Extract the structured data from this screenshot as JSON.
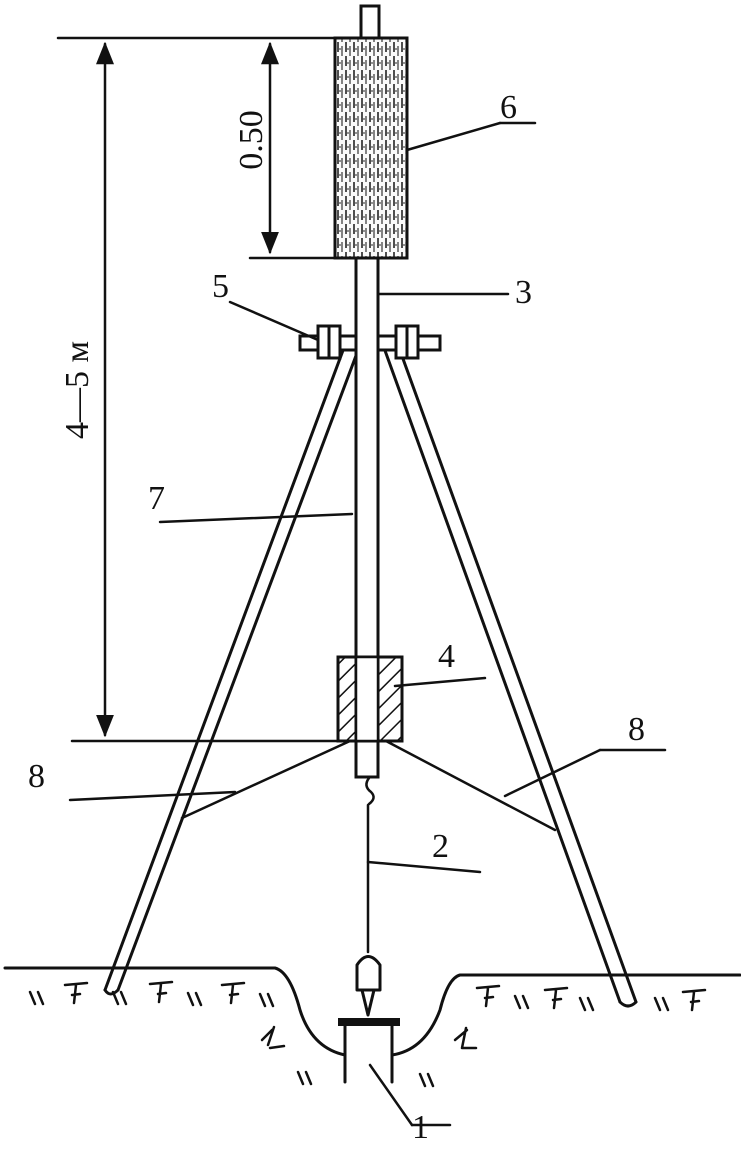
{
  "dimensions": {
    "total_height": "4—5 м",
    "weight_height": "0.50"
  },
  "callouts": {
    "c1": "1",
    "c2": "2",
    "c3": "3",
    "c4": "4",
    "c5": "5",
    "c6": "6",
    "c7": "7",
    "c8_left": "8",
    "c8_right": "8"
  }
}
